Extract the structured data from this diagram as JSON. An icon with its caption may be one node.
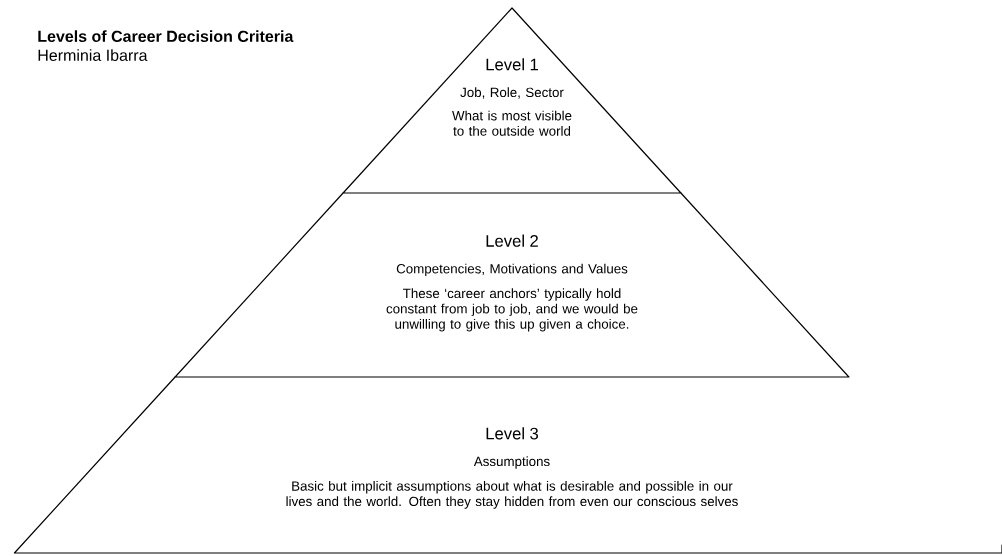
{
  "diagram": {
    "title": "Levels of Career Decision Criteria",
    "nodes": [
      {
        "text": [
          "Level 1",
          "Job, Role, Sector",
          "What is most visible to the outside world"
        ]
      },
      {
        "text": [
          "Level 2",
          "Competencies, Motivations and Values",
          "These ‘career anchors’ typically hold constant from job to job, and we would be unwilling to give this up given a choice."
        ]
      },
      {
        "text": [
          "Level 3",
          "Assumptions",
          "Basic but implicit assumptions about what is desirable and possible in our lives and the world. Often they stay hidden from even our conscious selves"
        ]
      }
    ],
    "labels": [
      "Herminia Ibarra"
    ]
  }
}
